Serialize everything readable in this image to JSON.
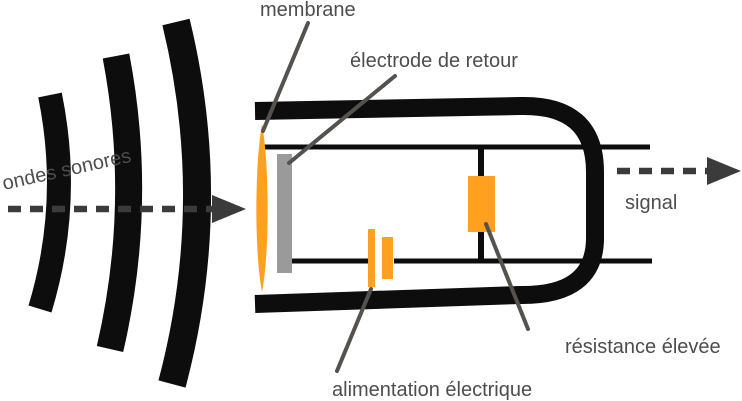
{
  "diagram": {
    "subject": "condenser microphone schematic",
    "labels": {
      "membrane": "membrane",
      "back_electrode": "électrode de retour",
      "sound_waves": "ondes sonores",
      "signal": "signal",
      "power_supply": "alimentation électrique",
      "high_resistance": "résistance élevée"
    },
    "colors": {
      "ink": "#0d0d0d",
      "orange": "#ffa01e",
      "electrode": "#9a9a9a",
      "label": "#4d4d4d",
      "annotation": "#55524e",
      "arrow": "#3b3b3b"
    }
  }
}
